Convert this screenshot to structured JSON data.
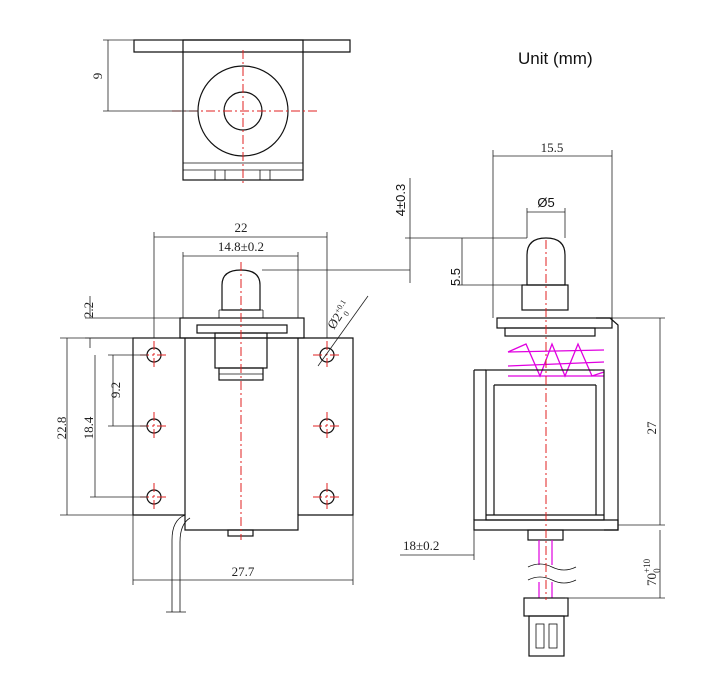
{
  "unit_label": "Unit (mm)",
  "dimensions": {
    "top_height": "9",
    "overall_width": "15.5",
    "plunger_travel": "4±0.3",
    "plunger_dia": "Ø5",
    "plunger_height": "5.5",
    "front_width": "22",
    "front_inner_width": "14.8±0.2",
    "hole_dia": "Ø2",
    "hole_dia_tol": "+0.1",
    "hole_dia_tol2": "0",
    "top_offset": "2.2",
    "hole_spacing": "9.2",
    "body_height": "22.8",
    "hole_span": "18.4",
    "side_height": "27",
    "base_width": "27.7",
    "side_depth": "18±0.2",
    "lead_length": "70",
    "lead_tol_upper": "+10",
    "lead_tol_lower": "0"
  }
}
